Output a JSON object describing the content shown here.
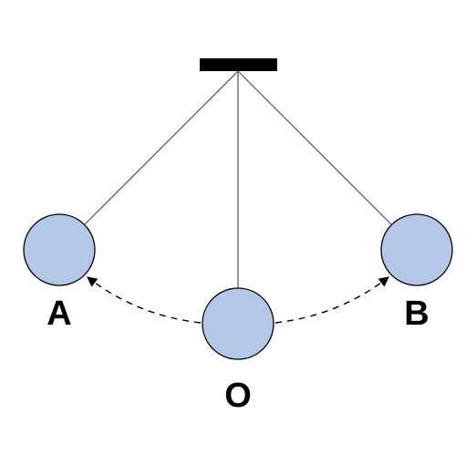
{
  "diagram": {
    "labels": {
      "left": "A",
      "center": "O",
      "right": "B"
    },
    "icons": {
      "pivot": "ceiling-mount-bar",
      "bob": "pendulum-bob-circle",
      "arc": "dashed-swing-arrow"
    },
    "colors": {
      "bob_fill": "#b4c7e7",
      "bob_stroke": "#000000",
      "string": "#555555",
      "mount": "#000000",
      "arrow": "#000000",
      "background": "#ffffff"
    }
  }
}
